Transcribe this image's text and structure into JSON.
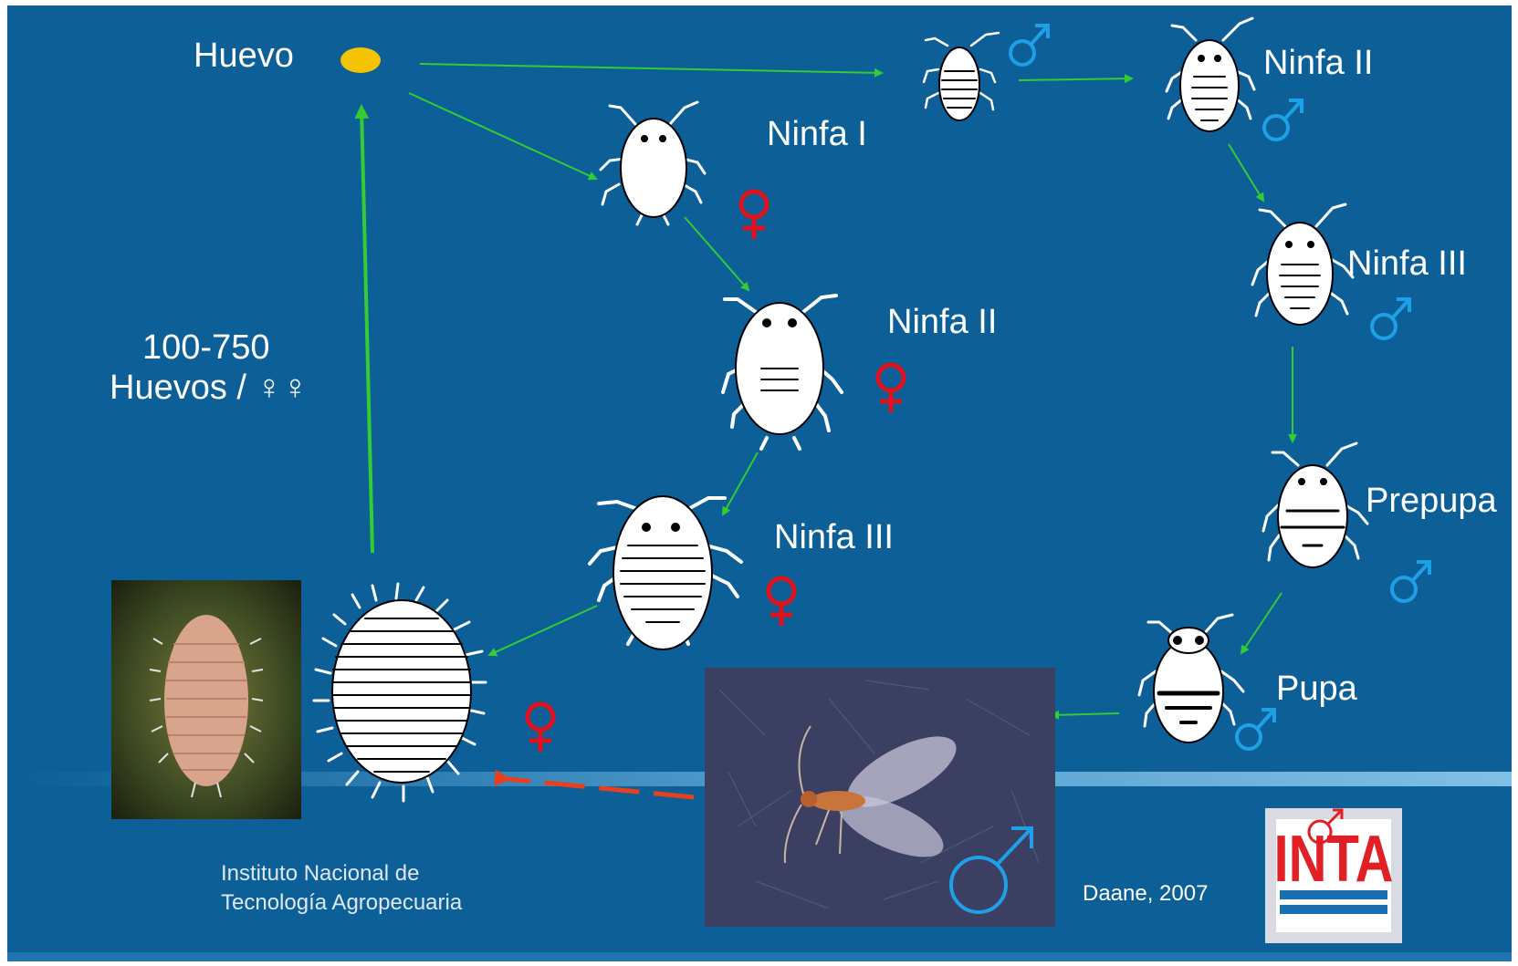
{
  "colors": {
    "background": "#0d5f98",
    "arrow": "#33cc33",
    "female_symbol": "#e0121c",
    "male_symbol": "#1ea0e6",
    "egg": "#f5c400",
    "dashed_arrow": "#e8401c"
  },
  "stages": {
    "egg": "Huevo",
    "female_nymph_1": "Ninfa I",
    "female_nymph_2": "Ninfa II",
    "female_nymph_3": "Ninfa III",
    "male_nymph_2": "Ninfa II",
    "male_nymph_3": "Ninfa III",
    "male_prepupa": "Prepupa",
    "male_pupa": "Pupa"
  },
  "fecundity": {
    "line1": "100-750",
    "line2": "Huevos / ♀♀"
  },
  "institution": {
    "line1": "Instituto Nacional de",
    "line2": "Tecnología Agropecuaria",
    "logo_text": "INTA"
  },
  "credit": "Daane, 2007",
  "symbols": {
    "female": "♀",
    "male": "♂"
  }
}
